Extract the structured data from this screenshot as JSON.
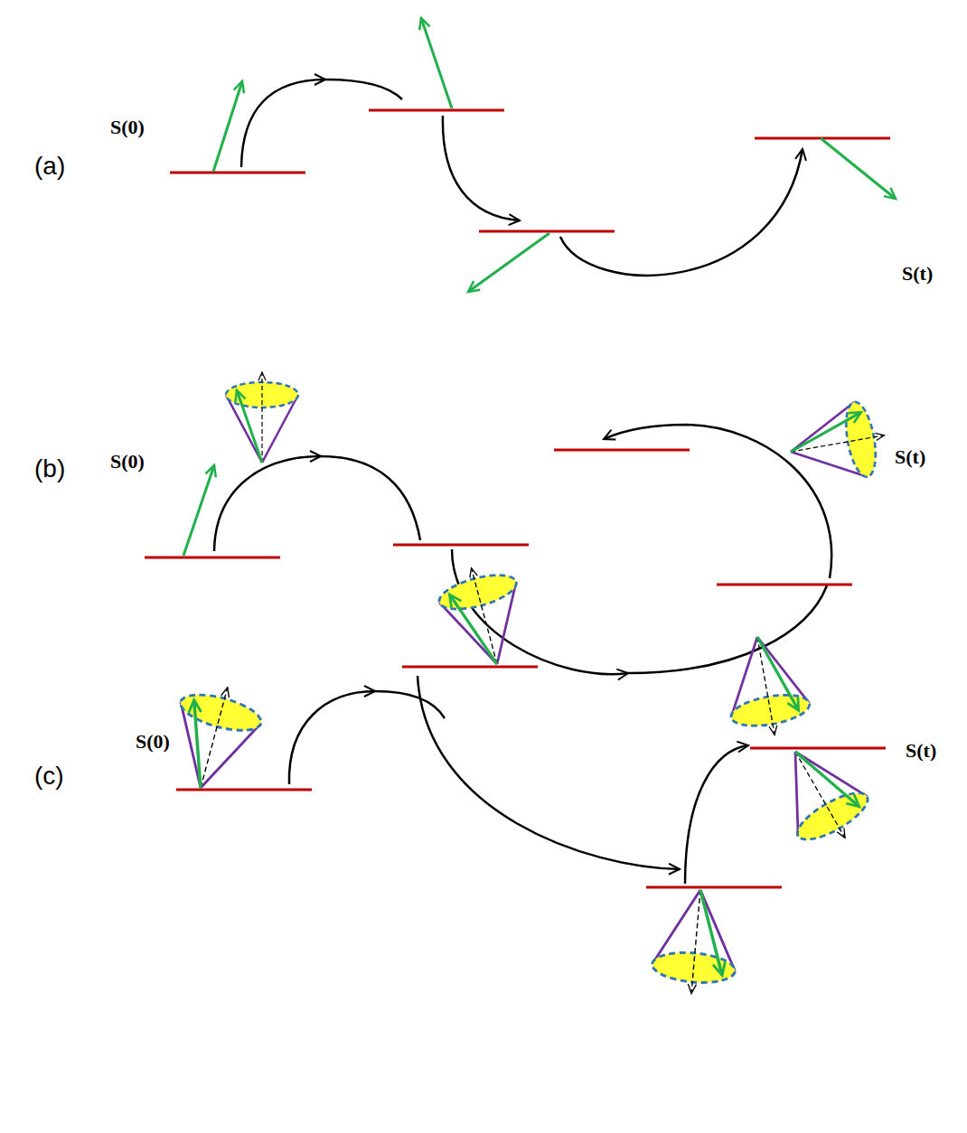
{
  "diagram": {
    "labels": [
      "(a)",
      "S(0)",
      "S(t)",
      "(b)",
      "S(0)",
      "S(t)",
      "(c)",
      "S(0)",
      "S(t)"
    ]
  }
}
